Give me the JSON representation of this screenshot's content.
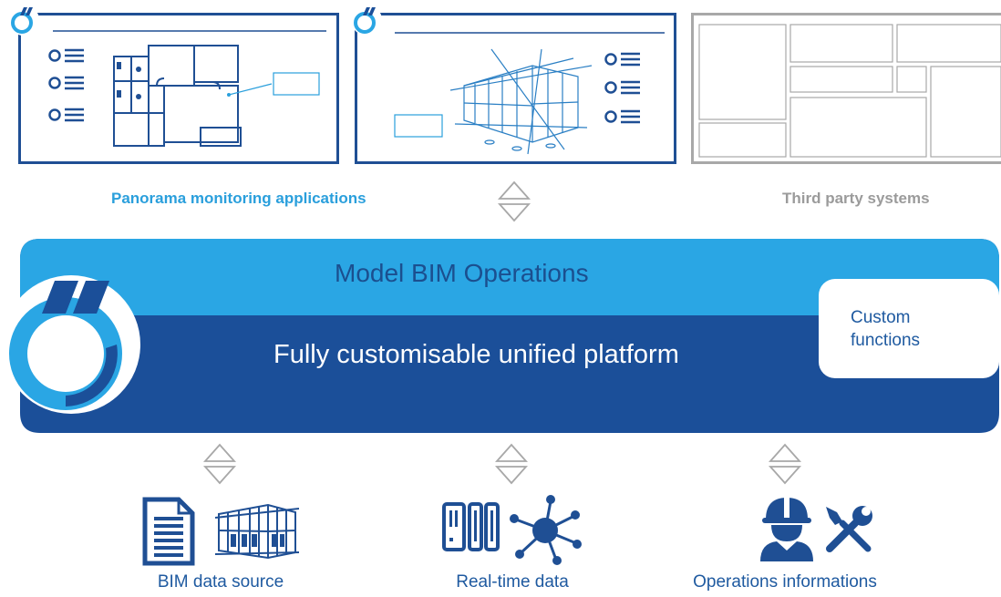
{
  "labels": {
    "panorama_apps": "Panorama monitoring applications",
    "third_party": "Third party systems"
  },
  "platform": {
    "title": "Model BIM Operations",
    "subtitle": "Fully customisable unified platform",
    "custom_functions_line1": "Custom",
    "custom_functions_line2": "functions"
  },
  "sources": [
    {
      "label": "BIM data source",
      "icons": [
        "document-icon",
        "building-icon"
      ]
    },
    {
      "label": "Real-time data",
      "icons": [
        "controller-icon",
        "network-icon"
      ]
    },
    {
      "label": "Operations informations",
      "icons": [
        "worker-icon",
        "tools-icon"
      ]
    }
  ],
  "colors": {
    "light_blue": "#2aa6e4",
    "dark_blue": "#1b4f99",
    "line_blue": "#1f5aa0",
    "grey": "#a8a8a8"
  }
}
